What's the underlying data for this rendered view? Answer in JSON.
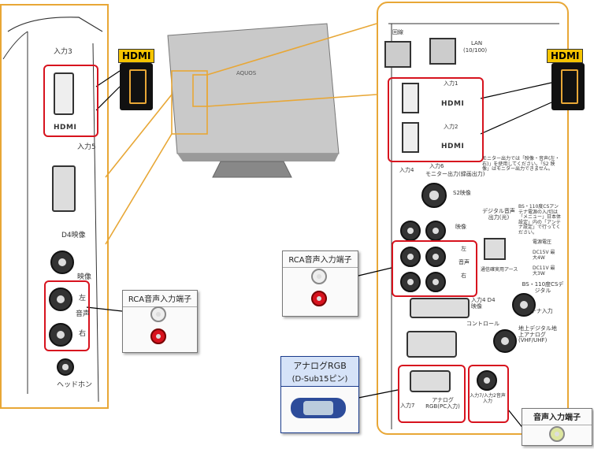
{
  "left_panel": {
    "input3_label": "入力3",
    "hdmi_text": "HDMI",
    "input5_label": "入力5",
    "d4_label": "D4映像",
    "video_label": "映像",
    "audio_left": "左",
    "audio_mid": "音声",
    "audio_right": "右",
    "headphone_label": "ヘッドホン"
  },
  "hdmi_badge_left": "HDMI",
  "hdmi_badge_right": "HDMI",
  "right_panel": {
    "line_label": "回線",
    "lan_label": "LAN",
    "lan_spec": "(10/100)",
    "input1_label": "入力1",
    "input2_label": "入力2",
    "hdmi_text": "HDMI",
    "input4_label": "入力4",
    "input6_label": "入力6",
    "monitor_out": "モニター出力(録画出力)",
    "monitor_note": "モニター出力では「映像・音声(左・右)」を使用してください。「S2 映像」はモニター出力できません。",
    "s2_label": "S2映像",
    "video_label": "映像",
    "digital_audio": "デジタル音声出力(光)",
    "bs_note": "BS・110度CSアンテナ電源の入/切は「メニュー」日本体設定」内の「アンテナ設定」で行ってください。",
    "power_supply": "電源電圧",
    "power_dc15": "DC15V 最大4W",
    "power_dc11": "DC11V 最大3W",
    "audio_left": "左",
    "audio_mid": "音声",
    "audio_right": "右",
    "ground_label": "通信確実用アース",
    "input4_d4": "入力4 D4映像",
    "bs_cs_label": "BS・110度CSデジタル",
    "control_label": "コントロール",
    "antenna_label": "アンテナ入力",
    "terrestrial_label": "地上デジタル地上アナログ(VHF/UHF)",
    "analog_rgb_label": "アナログRGB(PC入力)",
    "input7_label": "入力7",
    "audio_in_label": "入力7/入力2音声入力"
  },
  "callouts": {
    "rca_left": "RCA音声入力端子",
    "rca_right": "RCA音声入力端子",
    "analog_rgb_title": "アナログRGB",
    "analog_rgb_sub": "(D-Sub15ピン)",
    "audio_in_title": "音声入力端子"
  },
  "tv_brand": "AQUOS",
  "colors": {
    "accent": "#e8a736",
    "highlight": "#d7131e",
    "badge": "#f5c400",
    "callout_blue": "#1b3c8c"
  }
}
